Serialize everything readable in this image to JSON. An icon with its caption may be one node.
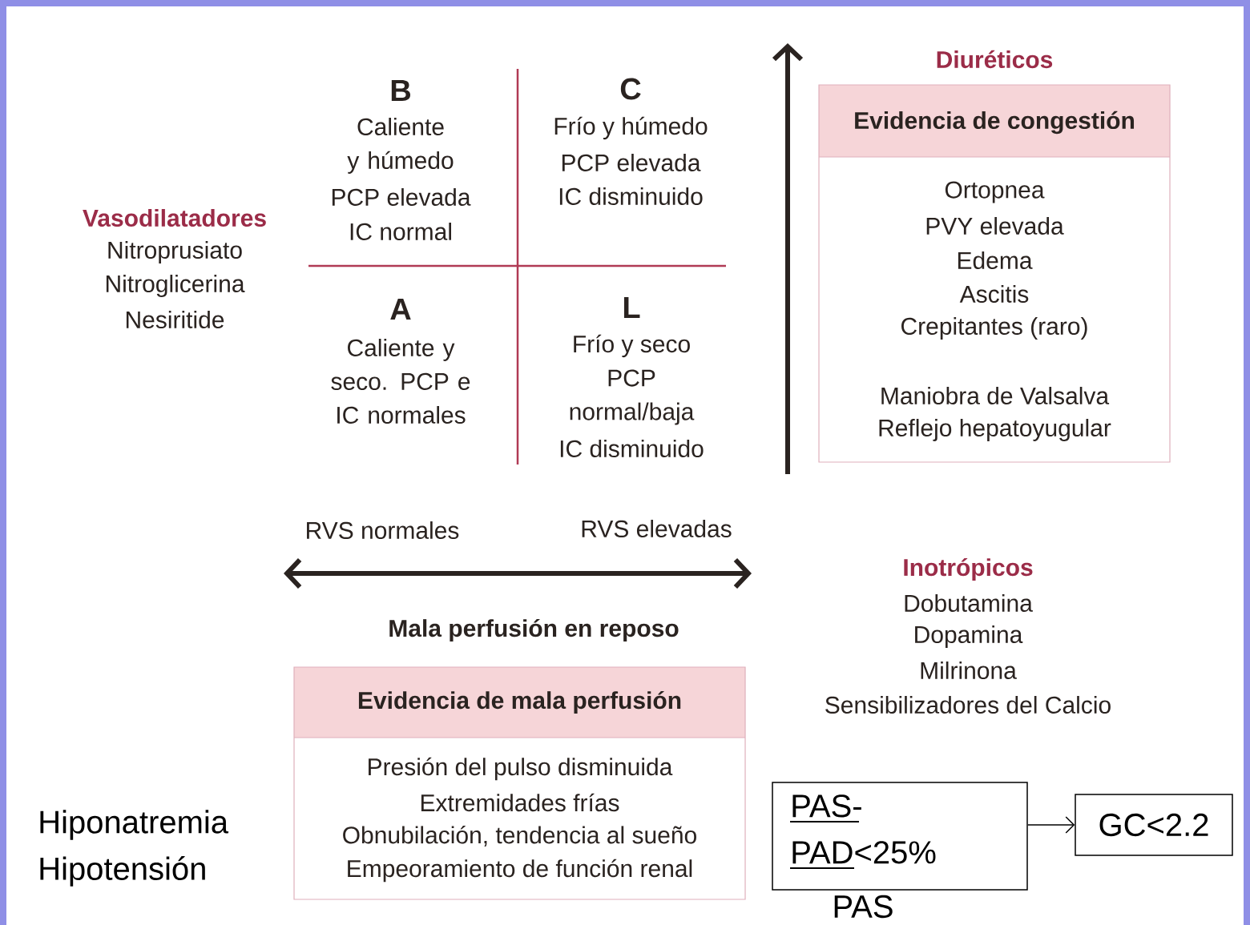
{
  "diagram": {
    "nodes": [
      {
        "text": [
          "Evidencia de congestión",
          "Ortopnea",
          "PVY elevada",
          "Edema",
          "Ascitis",
          "Crepitantes (raro)",
          "Maniobra de Valsalva",
          "Reflejo hepatoyugular"
        ],
        "beside": [
          "Diuréticos"
        ]
      },
      {
        "text": [
          "Evidencia de mala perfusión",
          "Presión del pulso disminuida",
          "Extremidades frías",
          "Obnubilación, tendencia al sueño",
          "Empeoramiento de función renal"
        ]
      },
      {
        "text": [
          "PAS- PAD<25%"
        ],
        "beside": [
          "PAS"
        ]
      },
      {
        "text": [
          "GC<2.2"
        ]
      }
    ],
    "edges": [
      {
        "from": 2,
        "to": 3,
        "arrow": "to"
      }
    ],
    "labels": [
      "B",
      "C",
      "Caliente y húmedo",
      "Frío y húmedo",
      "PCP elevada",
      "PCP elevada",
      "IC normal",
      "IC disminuido",
      "Vasodilatadores",
      "Nitroprusiato",
      "Nitroglicerina",
      "Nesiritide",
      "A",
      "L",
      "Caliente y seco. PCP e IC normales",
      "Frío y seco",
      "PCP normal/baja",
      "IC disminuido",
      "RVS normales",
      "RVS elevadas",
      "Inotrópicos",
      "Mala perfusión en reposo",
      "Dobutamina",
      "Dopamina",
      "Milrinona",
      "Sensibilizadores del Calcio",
      "Hiponatremia",
      "Hipotensión"
    ]
  }
}
